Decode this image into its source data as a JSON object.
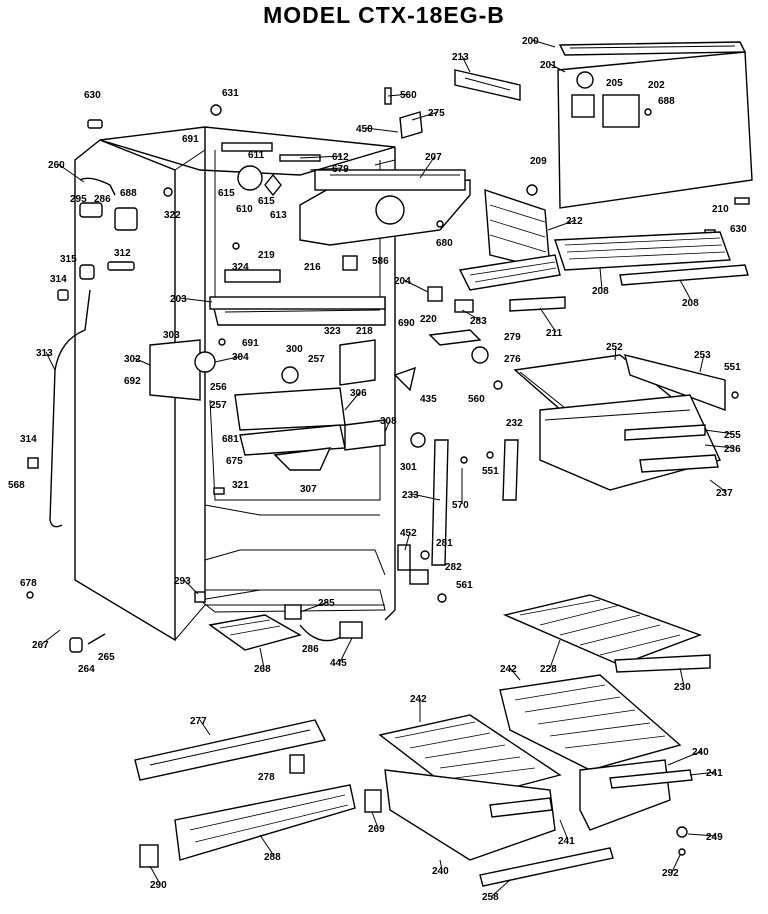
{
  "title": "MODEL CTX-18EG-B",
  "parts": [
    {
      "id": "200"
    },
    {
      "id": "201"
    },
    {
      "id": "205"
    },
    {
      "id": "202"
    },
    {
      "id": "688"
    },
    {
      "id": "213"
    },
    {
      "id": "560"
    },
    {
      "id": "275"
    },
    {
      "id": "450"
    },
    {
      "id": "630"
    },
    {
      "id": "631"
    },
    {
      "id": "691"
    },
    {
      "id": "611"
    },
    {
      "id": "612"
    },
    {
      "id": "679"
    },
    {
      "id": "207"
    },
    {
      "id": "209"
    },
    {
      "id": "260"
    },
    {
      "id": "295"
    },
    {
      "id": "286"
    },
    {
      "id": "688b",
      "text": "688"
    },
    {
      "id": "322"
    },
    {
      "id": "615"
    },
    {
      "id": "610"
    },
    {
      "id": "615b",
      "text": "615"
    },
    {
      "id": "613"
    },
    {
      "id": "680"
    },
    {
      "id": "212"
    },
    {
      "id": "210"
    },
    {
      "id": "630b",
      "text": "630"
    },
    {
      "id": "315"
    },
    {
      "id": "312"
    },
    {
      "id": "314"
    },
    {
      "id": "324"
    },
    {
      "id": "219"
    },
    {
      "id": "216"
    },
    {
      "id": "586"
    },
    {
      "id": "204"
    },
    {
      "id": "208"
    },
    {
      "id": "208b",
      "text": "208"
    },
    {
      "id": "203"
    },
    {
      "id": "220"
    },
    {
      "id": "283"
    },
    {
      "id": "211"
    },
    {
      "id": "313"
    },
    {
      "id": "303"
    },
    {
      "id": "691b",
      "text": "691"
    },
    {
      "id": "323"
    },
    {
      "id": "218"
    },
    {
      "id": "690"
    },
    {
      "id": "279"
    },
    {
      "id": "302"
    },
    {
      "id": "304"
    },
    {
      "id": "300"
    },
    {
      "id": "257"
    },
    {
      "id": "276"
    },
    {
      "id": "252"
    },
    {
      "id": "253"
    },
    {
      "id": "692"
    },
    {
      "id": "256"
    },
    {
      "id": "306"
    },
    {
      "id": "435"
    },
    {
      "id": "560b",
      "text": "560"
    },
    {
      "id": "551"
    },
    {
      "id": "257b",
      "text": "257"
    },
    {
      "id": "308"
    },
    {
      "id": "255"
    },
    {
      "id": "681"
    },
    {
      "id": "232"
    },
    {
      "id": "236"
    },
    {
      "id": "314b",
      "text": "314"
    },
    {
      "id": "675"
    },
    {
      "id": "301"
    },
    {
      "id": "551b",
      "text": "551"
    },
    {
      "id": "568"
    },
    {
      "id": "307"
    },
    {
      "id": "237"
    },
    {
      "id": "321"
    },
    {
      "id": "233"
    },
    {
      "id": "570"
    },
    {
      "id": "452"
    },
    {
      "id": "281"
    },
    {
      "id": "282"
    },
    {
      "id": "678"
    },
    {
      "id": "293"
    },
    {
      "id": "561"
    },
    {
      "id": "285"
    },
    {
      "id": "267"
    },
    {
      "id": "264"
    },
    {
      "id": "265"
    },
    {
      "id": "286b",
      "text": "286"
    },
    {
      "id": "445"
    },
    {
      "id": "268"
    },
    {
      "id": "228"
    },
    {
      "id": "230"
    },
    {
      "id": "242"
    },
    {
      "id": "242b",
      "text": "242"
    },
    {
      "id": "277"
    },
    {
      "id": "240"
    },
    {
      "id": "241"
    },
    {
      "id": "278"
    },
    {
      "id": "269"
    },
    {
      "id": "241b",
      "text": "241"
    },
    {
      "id": "288"
    },
    {
      "id": "249"
    },
    {
      "id": "290"
    },
    {
      "id": "240b",
      "text": "240"
    },
    {
      "id": "292"
    },
    {
      "id": "258"
    }
  ]
}
